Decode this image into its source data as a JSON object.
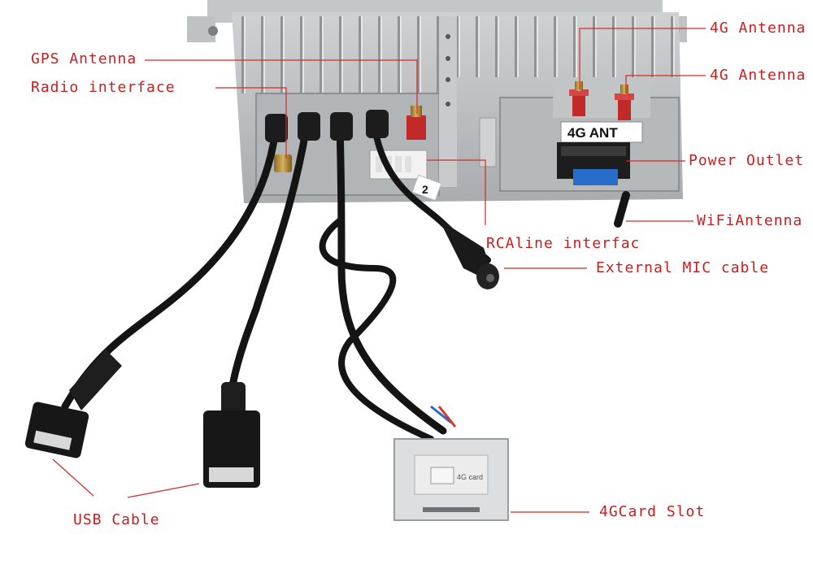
{
  "labels": {
    "gps_antenna": "GPS Antenna",
    "radio_interface": "Radio interface",
    "antenna_4g_top": "4G Antenna",
    "antenna_4g_second": "4G Antenna",
    "power_outlet": "Power Outlet",
    "wifi_antenna": "WiFiAntenna",
    "rca_line": "RCAline interfac",
    "external_mic": "External MIC cable",
    "usb_cable": "USB Cable",
    "card_slot_4g": "4GCard Slot"
  },
  "printed_text": {
    "ant_tag": "4G ANT",
    "cable_tag": "2",
    "card_module": "4G card"
  },
  "colors": {
    "label_text": "#c81e1e",
    "leader_line": "#d22a2a",
    "housing": "#b9bcbd",
    "cable": "#141414",
    "antenna_connector": "#c22a2a",
    "background": "#ffffff"
  }
}
